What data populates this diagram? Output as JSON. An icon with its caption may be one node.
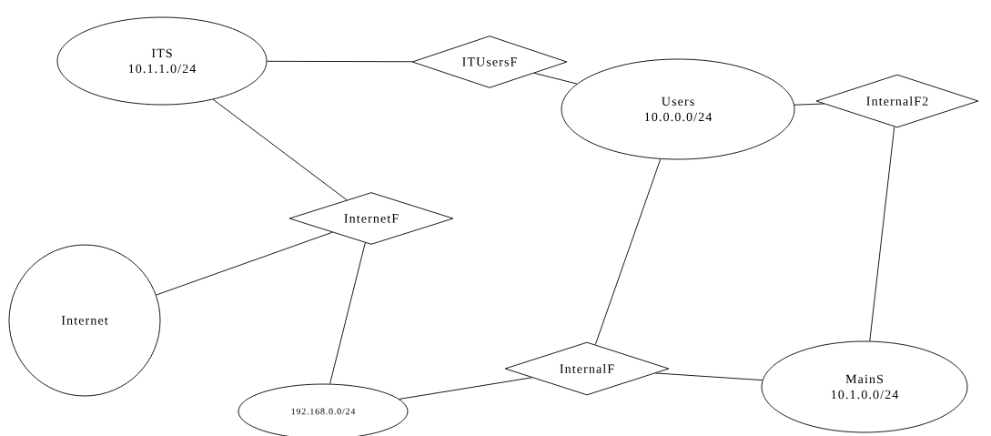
{
  "diagram": {
    "nodes": [
      {
        "text": [
          "ITS",
          "10.1.1.0/24"
        ]
      },
      {
        "text": [
          "ITUsersF"
        ]
      },
      {
        "text": [
          "Users",
          "10.0.0.0/24"
        ]
      },
      {
        "text": [
          "InternalF2"
        ]
      },
      {
        "text": [
          "InternetF"
        ]
      },
      {
        "text": [
          "Internet"
        ]
      },
      {
        "text": [
          "MainS",
          "10.1.0.0/24"
        ]
      },
      {
        "text": [
          "InternalF"
        ]
      },
      {
        "text": [
          "192.168.0.0/24"
        ]
      }
    ],
    "edges": [
      {
        "from": 0,
        "to": 1,
        "arrow": "none"
      },
      {
        "from": 1,
        "to": 2,
        "arrow": "none"
      },
      {
        "from": 2,
        "to": 3,
        "arrow": "none"
      },
      {
        "from": 0,
        "to": 4,
        "arrow": "none"
      },
      {
        "from": 4,
        "to": 5,
        "arrow": "none"
      },
      {
        "from": 4,
        "to": 8,
        "arrow": "none"
      },
      {
        "from": 8,
        "to": 7,
        "arrow": "none"
      },
      {
        "from": 2,
        "to": 7,
        "arrow": "none"
      },
      {
        "from": 7,
        "to": 6,
        "arrow": "none"
      },
      {
        "from": 3,
        "to": 6,
        "arrow": "none"
      }
    ]
  }
}
